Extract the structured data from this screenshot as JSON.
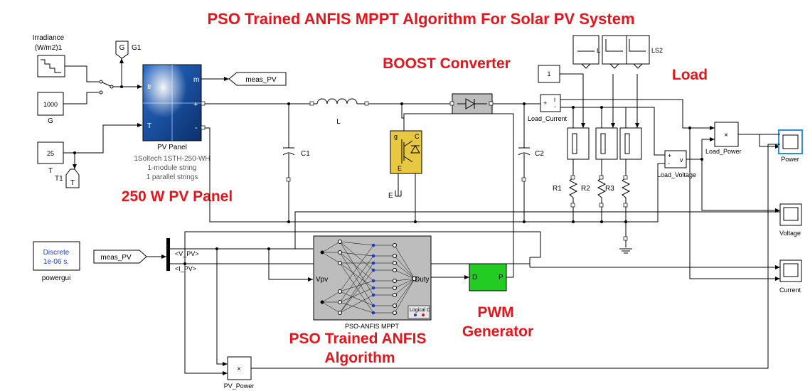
{
  "titles": {
    "main": "PSO Trained ANFIS MPPT Algorithm For Solar PV System",
    "boost": "BOOST Converter",
    "load": "Load",
    "pv_panel": "250 W PV Panel",
    "pwm_line1": "PWM",
    "pwm_line2": "Generator",
    "anfis_line1": "PSO Trained ANFIS",
    "anfis_line2": "Algorithm"
  },
  "blocks": {
    "irradiance_label_1": "Irradiance",
    "irradiance_label_2": "(W/m2)1",
    "g_const_value": "1000",
    "g_const_label": "G",
    "t_const_value": "25",
    "t_const_label": "T",
    "goto_g": "G",
    "goto_g_label": "G1",
    "goto_t": "T",
    "goto_t_label": "T1",
    "pv_panel_name": "PV Panel",
    "pv_port_ir": "Ir",
    "pv_port_t": "T",
    "pv_port_m": "m",
    "pv_port_plus": "+",
    "pv_port_minus": "-",
    "pv_desc_1": "1Soltech 1STH-250-WH",
    "pv_desc_2": "1-module string",
    "pv_desc_3": "1 parallel strings",
    "meas_pv_goto": "meas_PV",
    "meas_pv_from": "meas_PV",
    "inductor": "L",
    "cap1": "C1",
    "cap2": "C2",
    "ground_e": "E",
    "step_one": "1",
    "load_current": "Load_Current",
    "load_voltage": "Load_Voltage",
    "load_power": "Load_Power",
    "r1": "R1",
    "r2": "R2",
    "r3": "R3",
    "ls_l": "L",
    "ls2": "LS2",
    "scope_power": "Power",
    "scope_voltage": "Voltage",
    "scope_current": "Current",
    "powergui_line1": "Discrete",
    "powergui_line2": "1e-06 s.",
    "powergui_label": "powergui",
    "bus_vpv": "<V_PV>",
    "bus_ipv": "<I_PV>",
    "anfis_in": "Vpv",
    "anfis_out": "Duty",
    "anfis_name": "PSO-ANFIS MPPT",
    "anfis_logical": "Logical C",
    "pwm_d": "D",
    "pwm_p": "P",
    "pv_power": "PV_Power",
    "mult_sign": "×",
    "sens_i": "i",
    "sens_v": "v",
    "sens_plus": "+",
    "sens_minus": "-",
    "igbt_g": "g",
    "igbt_c": "C",
    "igbt_e": "E"
  },
  "colors": {
    "title_red": "#e8141b",
    "pwm_green": "#22cc22",
    "igbt_yellow": "#e8c840",
    "anfis_gray": "#bdbdbd",
    "powergui_blue": "#1a3cc8",
    "scope_highlight": "#2a8fe0"
  }
}
